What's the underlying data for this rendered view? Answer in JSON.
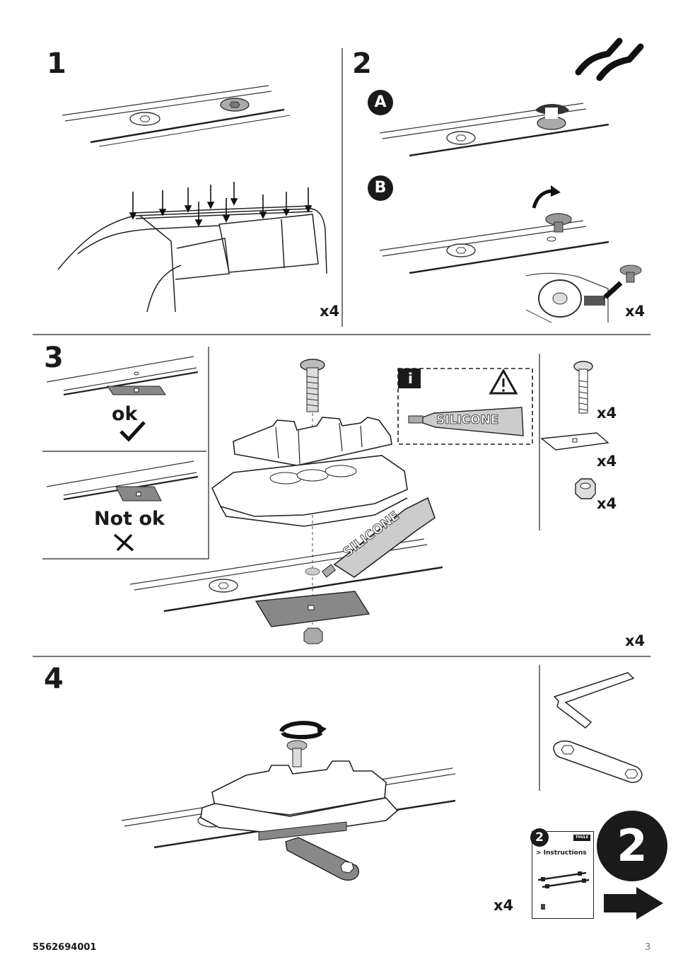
{
  "steps": {
    "s1": {
      "number": "1",
      "qty": "x4"
    },
    "s2": {
      "number": "2",
      "qty": "x4",
      "sub_a": "A",
      "sub_b": "B"
    },
    "s3": {
      "number": "3",
      "ok_label": "ok",
      "notok_label": "Not ok",
      "qty_main": "x4",
      "info_label": "i",
      "tube_label": "SILICONE",
      "parts": [
        {
          "qty": "x4"
        },
        {
          "qty": "x4"
        },
        {
          "qty": "x4"
        }
      ]
    },
    "s4": {
      "number": "4",
      "qty": "x4"
    }
  },
  "next": {
    "booklet_step": "2",
    "booklet_title": "> Instructions",
    "brand": "THULE",
    "big_number": "2"
  },
  "footer": {
    "part_number": "5562694001",
    "page_number": "3"
  }
}
